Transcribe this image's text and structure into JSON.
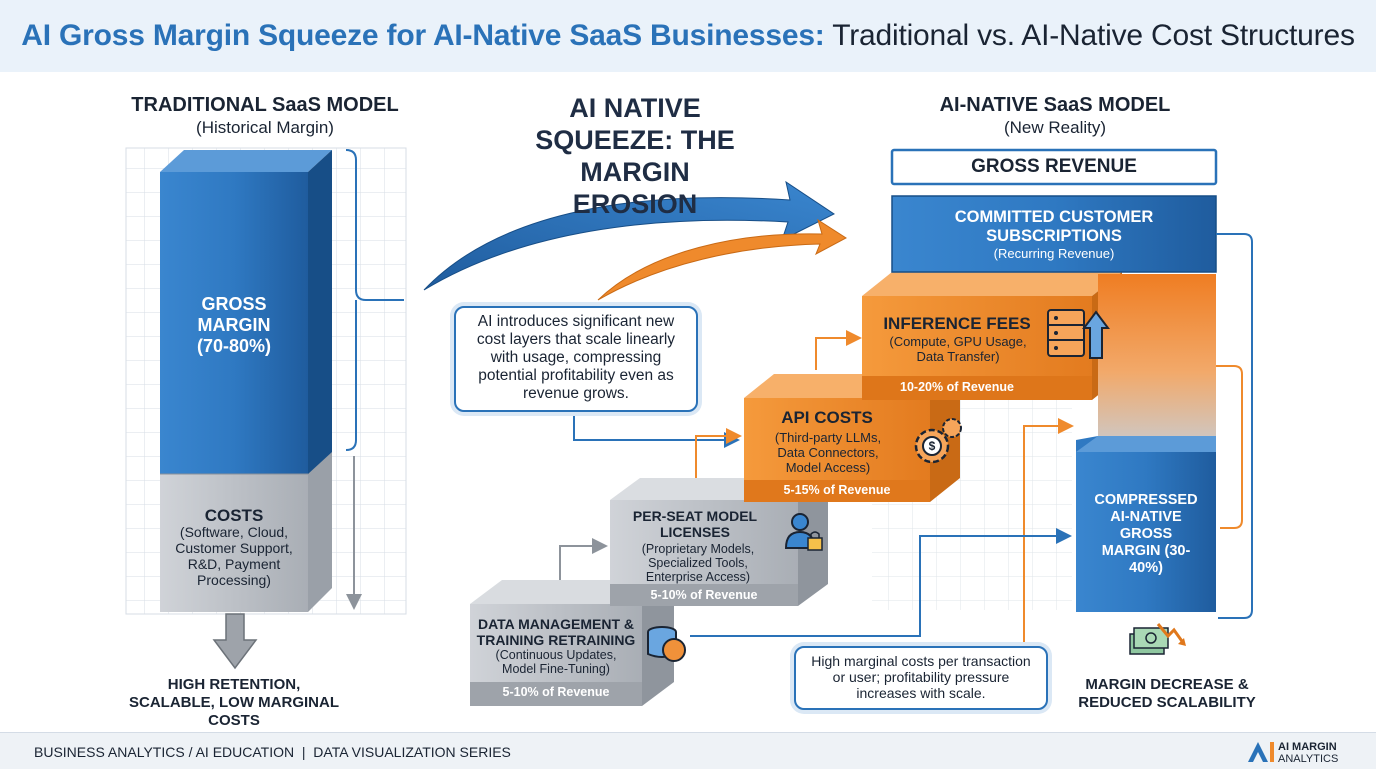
{
  "header": {
    "title_bold": "AI Gross Margin Squeeze for AI-Native SaaS Businesses:",
    "title_rest": " Traditional vs. AI-Native Cost Structures"
  },
  "traditional": {
    "heading": "TRADITIONAL SaaS MODEL",
    "subheading": "(Historical Margin)",
    "margin_label": "GROSS MARGIN (70-80%)",
    "costs_title": "COSTS",
    "costs_detail": "(Software, Cloud, Customer Support, R&D, Payment Processing)",
    "bottom_note": "HIGH RETENTION, SCALABLE, LOW MARGINAL COSTS"
  },
  "center": {
    "heading": "AI NATIVE SQUEEZE: THE MARGIN EROSION",
    "callout": "AI introduces significant new cost layers that scale linearly with usage, compressing potential profitability even as revenue grows."
  },
  "cost_layers": [
    {
      "title": "DATA MANAGEMENT & TRAINING RETRAINING",
      "detail": "(Continuous Updates, Model Fine-Tuning)",
      "share": "5-10% of Revenue"
    },
    {
      "title": "PER-SEAT MODEL LICENSES",
      "detail": "(Proprietary Models, Specialized Tools, Enterprise Access)",
      "share": "5-10% of Revenue"
    },
    {
      "title": "API COSTS",
      "detail": "(Third-party LLMs, Data Connectors, Model Access)",
      "share": "5-15% of Revenue"
    },
    {
      "title": "INFERENCE FEES",
      "detail": "(Compute, GPU Usage, Data Transfer)",
      "share": "10-20% of Revenue"
    }
  ],
  "ai_native": {
    "heading": "AI-NATIVE SaaS MODEL",
    "subheading": "(New Reality)",
    "gross_revenue": "GROSS REVENUE",
    "subscriptions_title": "COMMITTED CUSTOMER SUBSCRIPTIONS",
    "subscriptions_detail": "(Recurring Revenue)",
    "compressed_margin": "COMPRESSED AI-NATIVE GROSS MARGIN (30-40%)",
    "bottom_note": "MARGIN DECREASE & REDUCED SCALABILITY",
    "callout": "High marginal costs per transaction or user; profitability pressure increases with scale."
  },
  "footer": {
    "text": "BUSINESS ANALYTICS / AI EDUCATION  |  DATA VISUALIZATION SERIES",
    "logo_line1": "AI MARGIN",
    "logo_line2": "ANALYTICS"
  },
  "colors": {
    "blue": "#2a72b8",
    "dark_blue": "#1f5c9e",
    "orange": "#ef8a2c",
    "gray": "#b8bcc2",
    "navy_text": "#1a2433"
  },
  "icons": [
    "server-icon",
    "upload-arrow-icon",
    "gear-dollar-icon",
    "user-lock-icon",
    "database-brain-icon",
    "money-down-icon"
  ]
}
